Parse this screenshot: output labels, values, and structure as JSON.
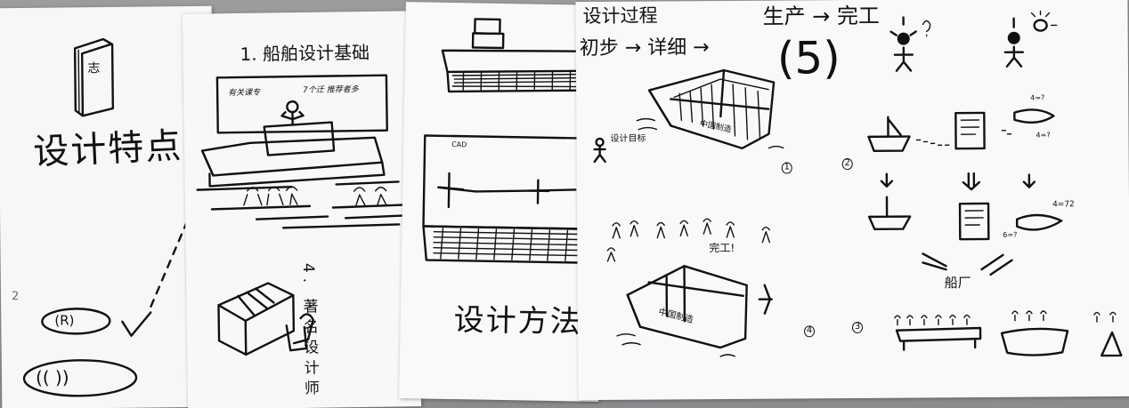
{
  "sheet1": {
    "book_char": "志",
    "title": "设计特点",
    "page_number": "2",
    "oval_1_text": "(R)",
    "oval_2_text": "((  ))"
  },
  "sheet2": {
    "title": "1. 船舶设计基础",
    "board_left": "有关课专",
    "board_right": "7个迁 推荐者多",
    "designer_label": "4. 著名设计师"
  },
  "sheet3": {
    "cad_label": "CAD",
    "title": "设计方法"
  },
  "sheet4": {
    "header_1": "设计过程",
    "header_2": "初步 → 详细 →",
    "header_3": "生产 → 完工",
    "number_big": "(5)",
    "ship_text_1": "中国制造",
    "caption_1": "设计目标",
    "circle_1": "1",
    "circle_2": "2",
    "circle_3": "3",
    "circle_4": "4",
    "done_text": "完工!",
    "ship_text_2": "中国制造",
    "factory_text": "船厂",
    "formula_1": "4=?",
    "formula_2": "4=?",
    "formula_3": "6=?",
    "formula_4": "4=72"
  }
}
